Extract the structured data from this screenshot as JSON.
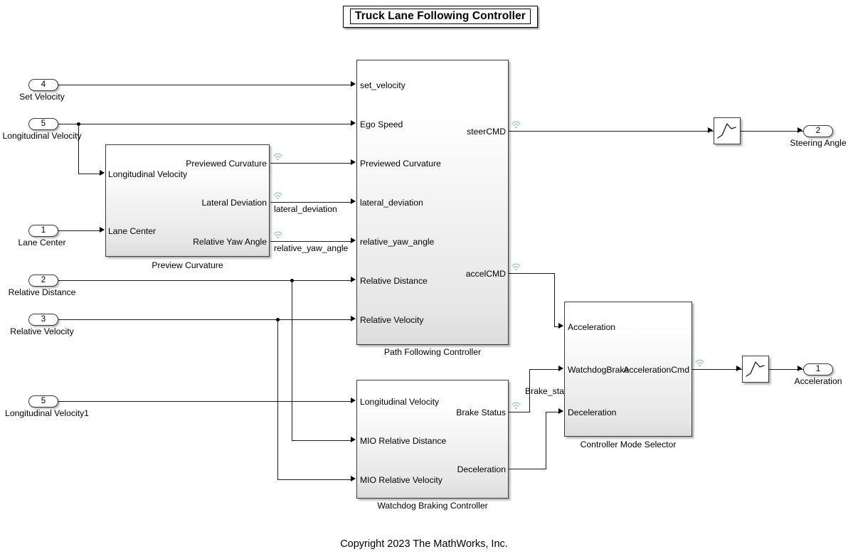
{
  "page": {
    "title": "Truck Lane Following Controller",
    "copyright": "Copyright 2023 The MathWorks, Inc."
  },
  "inports": [
    {
      "number": "4",
      "name": "Set Velocity"
    },
    {
      "number": "5",
      "name": "Longitudinal Velocity"
    },
    {
      "number": "1",
      "name": "Lane Center"
    },
    {
      "number": "2",
      "name": "Relative Distance"
    },
    {
      "number": "3",
      "name": "Relative Velocity"
    },
    {
      "number": "5",
      "name": "Longitudinal Velocity1"
    }
  ],
  "outports": [
    {
      "number": "2",
      "name": "Steering Angle"
    },
    {
      "number": "1",
      "name": "Acceleration"
    }
  ],
  "blocks": {
    "preview_curvature": {
      "caption": "Preview Curvature",
      "inputs": [
        "Longitudinal Velocity",
        "Lane Center"
      ],
      "outputs": [
        "Previewed Curvature",
        "Lateral Deviation",
        "Relative Yaw Angle"
      ]
    },
    "path_following_controller": {
      "caption": "Path Following Controller",
      "inputs": [
        "set_velocity",
        "Ego Speed",
        "Previewed Curvature",
        "lateral_deviation",
        "relative_yaw_angle",
        "Relative Distance",
        "Relative Velocity"
      ],
      "outputs": [
        "steerCMD",
        "accelCMD"
      ]
    },
    "watchdog_braking_controller": {
      "caption": "Watchdog Braking Controller",
      "inputs": [
        "Longitudinal Velocity",
        "MIO Relative Distance",
        "MIO Relative Velocity"
      ],
      "outputs": [
        "Brake Status",
        "Deceleration"
      ]
    },
    "controller_mode_selector": {
      "caption": "Controller Mode Selector",
      "inputs": [
        "Acceleration",
        "WatchdogBrake",
        "Deceleration"
      ],
      "outputs": [
        "AccelerationCmd"
      ]
    }
  },
  "signal_labels": [
    "lateral_deviation",
    "relative_yaw_angle",
    "Brake_status"
  ],
  "icons": {
    "signal_logging": "signal-logging-icon",
    "rate_limiter": "rate-limiter-icon"
  },
  "colors": {
    "line": "#1a1a1a",
    "block_border": "#3a3a3a",
    "block_fill_top": "#ffffff",
    "block_fill_bottom": "#dcdcdc",
    "logging_badge": "#8fb8d8",
    "background": "#ffffff"
  }
}
